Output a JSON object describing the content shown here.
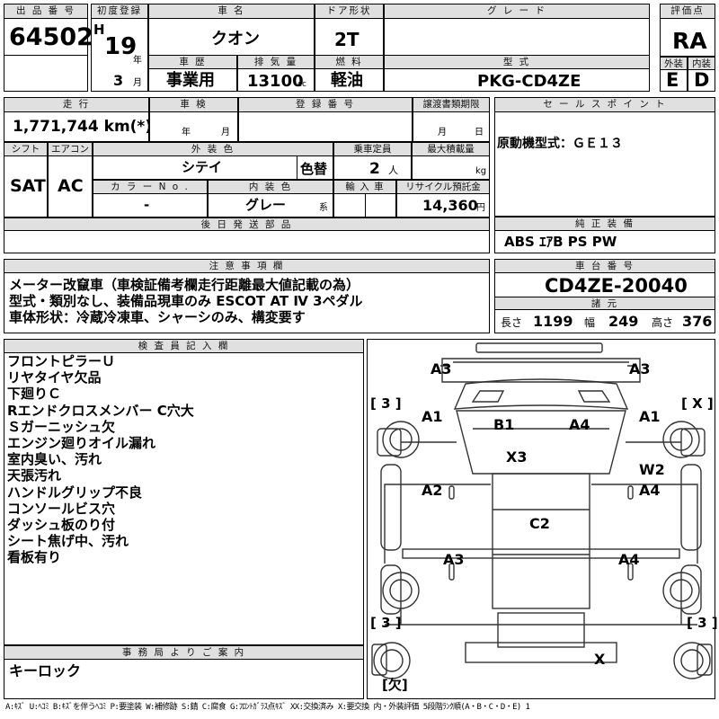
{
  "header": {
    "lot_label": "出 品 番 号",
    "lot_number": "64502",
    "first_reg_label": "初度登録",
    "era": "H",
    "year": "19",
    "year_unit": "年",
    "month": "3",
    "month_unit": "月",
    "car_name_label": "車 名",
    "car_name": "クオン",
    "door_label": "ドア形状",
    "door": "2T",
    "grade_label": "グ レ ー ド",
    "grade": "",
    "score_label": "評価点",
    "score": "RA",
    "history_label": "車 歴",
    "history": "事業用",
    "displacement_label": "排 気 量",
    "displacement": "13100",
    "displacement_unit": "cc",
    "fuel_label": "燃 料",
    "fuel": "軽油",
    "model_label": "型 式",
    "model": "PKG-CD4ZE",
    "exterior_label": "外装",
    "exterior": "E",
    "interior_label": "内装",
    "interior": "D"
  },
  "row2": {
    "mileage_label": "走 行",
    "mileage": "1,771,744 km(*)",
    "inspection_label": "車 検",
    "inspection_year": "年",
    "inspection_month": "月",
    "plate_label": "登 録 番 号",
    "transfer_label": "譲渡書類期限",
    "transfer_month": "月",
    "transfer_day": "日",
    "shift_label": "シフト",
    "shift": "SAT",
    "ac_label": "エアコン",
    "ac": "AC",
    "color_label": "外 装 色",
    "color": "シテイ",
    "color_change": "色替",
    "capacity_label": "乗車定員",
    "capacity": "2",
    "capacity_unit": "人",
    "load_label": "最大積載量",
    "load_unit": "kg",
    "color_no_label": "カ ラ ー N o .",
    "color_no": "-",
    "interior_color_label": "内 装 色",
    "interior_color": "グレー",
    "interior_color_unit": "系",
    "import_label": "輸 入 車",
    "recycle_label": "リサイクル預託金",
    "recycle": "14,360",
    "recycle_unit": "円",
    "later_parts_label": "後 日 発 送 部 品"
  },
  "sales": {
    "label": "セ ー ル ス ポ イ ン ト",
    "text": "原動機型式：ＧＥ１３"
  },
  "equipment": {
    "label": "純 正 装 備",
    "text": "ABS ｴｱB PS PW"
  },
  "notes": {
    "label": "注 意 事 項 欄",
    "lines": [
      "メーター改竄車（車検証備考欄走行距離最大値記載の為）",
      "型式・類別なし、装備品現車のみ ESCOT AT Ⅳ 3ペダル",
      "車体形状：冷蔵冷凍車、シャーシのみ、構変要す"
    ]
  },
  "chassis": {
    "label": "車 台 番 号",
    "number": "CD4ZE-20040",
    "spec_label": "諸 元",
    "length_label": "長さ",
    "length": "1199",
    "width_label": "幅",
    "width": "249",
    "height_label": "高さ",
    "height": "376"
  },
  "inspector": {
    "label": "検 査 員 記 入 欄",
    "lines": [
      "フロントピラーＵ",
      "リヤタイヤ欠品",
      "下廻りＣ",
      "Rエンドクロスメンバー C穴大",
      "Ｓガーニッシュ欠",
      "エンジン廻りオイル漏れ",
      "室内臭い、汚れ",
      "天張汚れ",
      "ハンドルグリップ不良",
      "コンソールビス穴",
      "ダッシュ板のり付",
      "シート焦げ中、汚れ",
      "看板有り"
    ]
  },
  "office": {
    "label": "事 務 局 よ り ご 案 内",
    "text": "キーロック"
  },
  "diagram": {
    "marks": [
      "A3",
      "A3",
      "A1",
      "B1",
      "A4",
      "A1",
      "X3",
      "W2",
      "A2",
      "A4",
      "C2",
      "A3",
      "A4",
      "X"
    ],
    "tags": [
      "[ 3 ]",
      "[ X ]",
      "[ 3 ]",
      "[ 3 ]",
      "[欠]"
    ]
  },
  "footer": {
    "legend": "A:ｷｽﾞ U:ﾍｺﾐ B:ｷｽﾞを伴うﾍｺﾐ P:要塗装 W:補修跡 S:錆 C:腐食 G:ﾌﾛﾝﾄｶﾞﾗｽ点ｷｽﾞ XX:交換済み X:要交換 内・外装評価 5段階ﾗﾝｸ順(A・B・C・D・E) 1"
  }
}
